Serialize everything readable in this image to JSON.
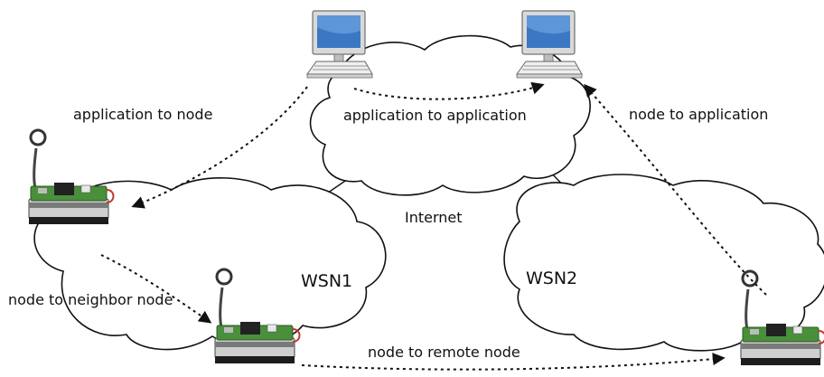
{
  "labels": {
    "internet": "Internet",
    "wsn1": "WSN1",
    "wsn2": "WSN2",
    "app_to_node": "application to node",
    "app_to_app": "application to application",
    "node_to_app": "node to application",
    "node_to_neighbor": "node to neighbor node",
    "node_to_remote": "node to remote node"
  },
  "icons": {
    "computer": "desktop-computer-icon",
    "sensor_node": "sensor-node-icon"
  },
  "colors": {
    "screen": "#3b78c4",
    "pcb": "#4a8f3c",
    "battery": "#c8c8c8",
    "antenna": "#444444",
    "wire_red": "#c0392b"
  }
}
